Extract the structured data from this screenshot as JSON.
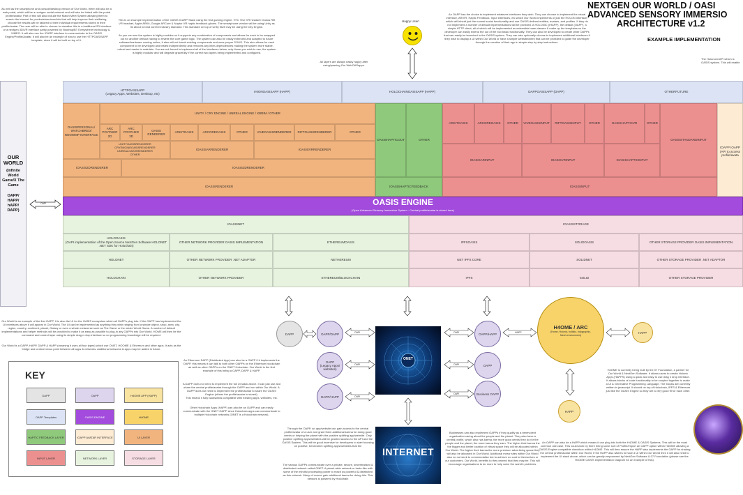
{
  "header": {
    "title_line1": "NEXTGEN OUR WORLD / OASI",
    "title_line2": "ADVANCED SENSORY IMMERSIO",
    "title_line3": "ARCHITECTURE v1.2",
    "subtitle": "EXAMPLE IMPLEMENTATION"
  },
  "notes": {
    "top_left": "As well as the smartphone and console/desktop version of Our World, there will also be a web portal, which will be a nextgen social network and will also be linked with the portal profile/avatar. Part of this will also include the Match Meet System allowing them to search the internet for products/services/info that will help improve their wellbeing, choose the results will be tailored to their individual requirements stored in their profile/avatar. The user will be able to choose to visualise this in a traditional 2D interface or a nextgen 3D/VR interface partly powered by Noomap/BT Everywhere technology & VIMEO. It will also use the ICARP interface to communicate to the OASIS Engine/Profile/Avatar. It will also be an example of how to use the HTTPOASISAPP template, since it will be built on top of it.",
    "top_mid1": "This is an example implementation of the OASIS ICARP Stack using the first gaming engine. HTC Vive VR headset Oculus Rift VR headset, Apple ARKit, Google ARCore & Nuptor VR haptic feedback gloves. The smartphone version will be using Unity as its about to lead current industry standard. This standard on top of Unity itself may be using the City Engine.",
    "top_mid2": "As you can see the system is highly modular so it supports any combination of components and allows for each to be swapped out for another without having to rewrite the core game logic. The system can also be easily extended and adapted to future software/hardware coming online, it also will not break existing components and uses proper SOLID. This also allows for each component to be developed and tested independently and removes any inter-dependencies making the system more stable, robust and easier to maintain. You are not forced to implement all of the interfaces below, only those you wish to use, the system is highly modular and will degrade gracefully if the correct two layers being implemented and configured.",
    "happy_label": "Happy User!",
    "tags_note": "All layers are always easily happy after using/passing Our WebOASapps.",
    "top_right": "An OAPP has the choice to implement whatever interfaces they wish. They can choose to implement the visual interface, AR/VR, Haptic Feedback, Input interfaces, etc which Our World implements or just the HOLON interface, which will inherit just the normal social functionality and use OASIS-defined entities, avatars, and profiles. If they do not implement a number of default implementations will be provided. A HOLONIC (IHAPP), the default (OAPP), a simple HTTP client, all of which will be implemented as extensible base classes & make up the templates so the developer can easily extend the out of the box basic functionality. They can also be developed to create other OAPPs that can easily be launched in the OASIS system. They can also optionally choose to implement additional interfaces if they wish to display a UI within Our World or have a simple website/client that can be provided to guide the developer through the creation of their app in simple step by step instructions.",
    "far_right": "The Holonomi API which is OASIS system. This will enable",
    "our_world_desc": "Our World is an example of the first OAPP. It is also the UI for the OASIS ecosystem which all OAPPs plug into. If the OAPP has implemented the UI interfaces above it will appear in Our World. The UI can be implemented as anything they wish ranging from a simple object, shop, area, city, region, country, continent, planet, Galaxy or even a whole metaverse such as The Game or the whole World Game. A number of default implementations and helper methods will be provided to make it as easy as possible to plug-in any OAPPs into Our World. HOME will then be the command and control layer using its simple drag n drop interface so no programming knowledge will be required.",
    "our_world_desc2": "Our World is a OAPP, HAPP, DAPP & HAPP (meaning it uses all four types) which use ONET, HOOME & Ethereum and other apps. It acts as the bridge and central nexus point between all apps & networks. Additional networks & apps may be added in future.",
    "eth_note": "An Ethereum DAPP (Distributed App) can also be a OAPP if it implements the OAPP, this means it can talk to both other OAPPs on the Ethereum blockchain as well as other OAPPs on the ONET Holochain. Our World is the first example of this being a OAPP, DAPP & HAPP.",
    "dapp_note": "A DAPP does not need to implement the full UI stack above. It can just use and share the central profile/avatar through the OAPP and run within Our World. A DAPP does not need to implement the profile/avatar to share the OASIS Engine (others the profile/avatar is stored).",
    "dapp_note2": "This means it fully backwards compatible with existing apps, websites, etc.",
    "holochain_note": "Other Holochain Apps (HAPP) can also be an OAPP and can easily communicate with the ONET OAPP since Holochain apps can communicate to multiple Holochain networks (ONET is a Holochain network).",
    "mid_note": "Through the OAPP, an app/website can gain access to the central profile/avatar of a user and grant them additional karma for doing good deeds or helping the planet with the positive uplifting app/website. Only positive uplifting apps/websites will be granted access to the API and the OASIS System. This will be good incentive for developers to start focusing on positive, benevolent uplifting apps/websites that the",
    "bottom_mid": "The various OAPPs communicate over a private, secure, decentralised & distributed network called ONET. A planet wide network or brain-like with some of the mindful processing power to reach as powerful & distributed as this network. Many of course gain additional karma for doing this. This network is powered by Holochain",
    "business_note": "Businesses can also implement OAPPs if they qualify as a benevolent organisation caring about the people and the planet. They also have a central profile, which also has karma, the more good deeds they do for the people and the planet, the more karma they earn. The higher their karma the the bigger and better location of virtual space they will be allocated within Our World. The higher their karma the more premium advertising space they will also be allocated in Our World. Additional mirror sites within Our World also no not seek to commercialise but to achieve no cost to themselves or our customers. Our World, benefits to they earned that they may be. This will encourage organisations to do more to help solve the world's problems.",
    "h4ome_note": "H4OME is currently being built by the 07 Foundation, a partner for Our World & NextGen Software. It allows users to create Holonic Apps (HAPPS) using a quick and easy to use drag n drop interface. It allows blocks of code functionality to be coupled together to make a UI & Generative Programming Language. The blocks are currently written in javascript. It should on top of Holochain, IPFS & Ethereum just like the OASIS Engine so they are a very good fit for each other.",
    "oapp_note": "An OAPP can also be a HAPP which means it can plug into both the H4OME & OASIS Systems. This will be the most common use case. This could work by there being some sort of Profile/Import an OAPP option within H4OME allowing a OASIS Engine compatible checkbox within H4OME. This will then ensure the HAPP also implements the OAPP for sharing the central profile/avatar within Our World. If the HAPP also wishes to have a UI within Our World then it will also need to implement the UI stack above, which can be greatly empowered by NextGen Software & 07 Foundation (please see the H4OME OASIS implementation Diagram for an example of this)."
  },
  "left_panel": {
    "title": "OUR WORLD",
    "desc": "(Infinite World Game/X The Game",
    "tags": "OAPP/ HAPP/ hAPP/ DAPP)"
  },
  "top_row": [
    {
      "label": "HTTPOASISAPP\n(Legacy Apps, Websites, Desktop, etc)"
    },
    {
      "label": "IHIONOASISAPP (HAPP)"
    },
    {
      "label": "HOLOCHAINOASISAPP (HAPP)"
    },
    {
      "label": "DAPPOASISAPP (DAPP)"
    },
    {
      "label": "OTHERFUTURE"
    }
  ],
  "unity_bar": "UNITY / CRY ENGINE / UNREAL ENGINE / XBRIM / OTHER",
  "arc_left": "OASISPERSONAL/ WATCHBRED/ NOOWMP INTERFACE",
  "arc_items": [
    "ARC POYPHER 2D",
    "ARC POYPHER 3D",
    "OASIS RENDERER",
    "ARKITOASIS",
    "ARCOREOASIS",
    "OTHER",
    "VIVEOASISRENDERER",
    "RIFTOASISRENDERER",
    "OTHER"
  ],
  "unity_sub": "UNITYOASISRENDERER\nCRYENGINEOASISRENDERER\nUNREALOASISRENDERER\nOTHER",
  "oasis2d_renderer": "IOASIS2DRENDERER",
  "oasisar_renderer": "IOASISARRENDERER",
  "oasisvr_renderer": "IOASISVRRENDERER",
  "oasis3d_renderer": "IOASIS3DRENDERER",
  "oasis_renderer": "IOASISRENDERER",
  "haptic_out": "OASISHAPTICOUT",
  "haptic_other": "OTHER",
  "haptic_feedback": "IOASISHAPTICFEEDBACK",
  "input_items": [
    "ARKITOASIS",
    "ARCOREOASIS",
    "OTHER",
    "VIVEOASISINPUT",
    "RIFTOASISINPUT",
    "OTHER",
    "OASISHAPTICVR",
    "OTHER"
  ],
  "standard_input": "OASISSTANDARDINPUT",
  "ar_input": "IOASISARINPUT",
  "vr_input": "IOASISVRINPUT",
  "haptic_input": "IOASISHAPTICINPUT",
  "oasis_input": "IOASISINPUT",
  "far_right_box": "IOAPP IOAPP\n(API to access profile/avata",
  "engine": {
    "title": "OASIS ENGINE",
    "subtitle": "(Open Advanced Sensory Immersion System - Central profile/avatar is stored here)",
    "conn_label": "OAPI"
  },
  "net_row1": {
    "left": "IOASISNET",
    "right": "IOASISSTORAGE"
  },
  "net_row2": [
    "HOLOOASIS\n(OAPI implementation of the Open Source NextGen Software HOLONET .NET SDK for Holochain)",
    "OTHER NETWORK PROVIDER OASIS IMPLEMENTATION",
    "ETHEREUMOASIS",
    "IPFSOASIS",
    "SOLIDOASIS",
    "OTHER STORAGE PROVIDER OASIS IMPLEMENTATION"
  ],
  "net_row3": [
    "HOLONET",
    "OTHER NETWORK PROVIDER .NET ADAPTOR",
    "NETHEREUM",
    "NET IPFS CORE",
    "SOLIDNET",
    "OTHER STORAGE PROVIDER .NET ADAPTOR"
  ],
  "net_row4": [
    "HOLOCHAIN",
    "OTHER NETWORK PROVIDER",
    "ETHEREUM/BLOCKCHAIN",
    "IPFS",
    "SOLID",
    "OTHER STORAGE PROVIDER"
  ],
  "circles": {
    "dapp1": "DAPP",
    "oapp_dapp": "OAPP/DAPP",
    "oapp_legacy": "OAPP\n(Legacy Apps/ websites)",
    "dapp_happ": "DAPP/HAPP",
    "onet": "ONET",
    "oapp_happ": "OAPP/HAPP",
    "oapp2": "OAPP",
    "business": "Business OAPP",
    "h4ome_title": "H4OME / ARC",
    "h4ome_sub": "(Home, Holonic, holistic, holographic, Mesh environment)",
    "happ_right": "HAPP",
    "happ_bottom": "HAPP",
    "internet": "INTERNET"
  },
  "conn_labels": {
    "oapi": "OAPI",
    "onet": "ONET",
    "happ": "HAPP"
  },
  "key": {
    "title": "KEY",
    "items": [
      "DAPP",
      "OAPP",
      "H4OME APP (HAPP)",
      "OAPP Templates",
      "OASIS ENGINE",
      "H4OME",
      "HAPTIC FEEDBACK LAYER",
      "IOAPP AVATAR INTERFACE",
      "UI LAYER",
      "INPUT LAYER",
      "NETWORK LAYER",
      "STORAGE LAYER"
    ]
  },
  "colors": {
    "engine": "#a24bdc",
    "orange": "#f2b47e",
    "green": "#8fc97b",
    "red": "#ec8f8f",
    "blue": "#dbe3f5"
  }
}
